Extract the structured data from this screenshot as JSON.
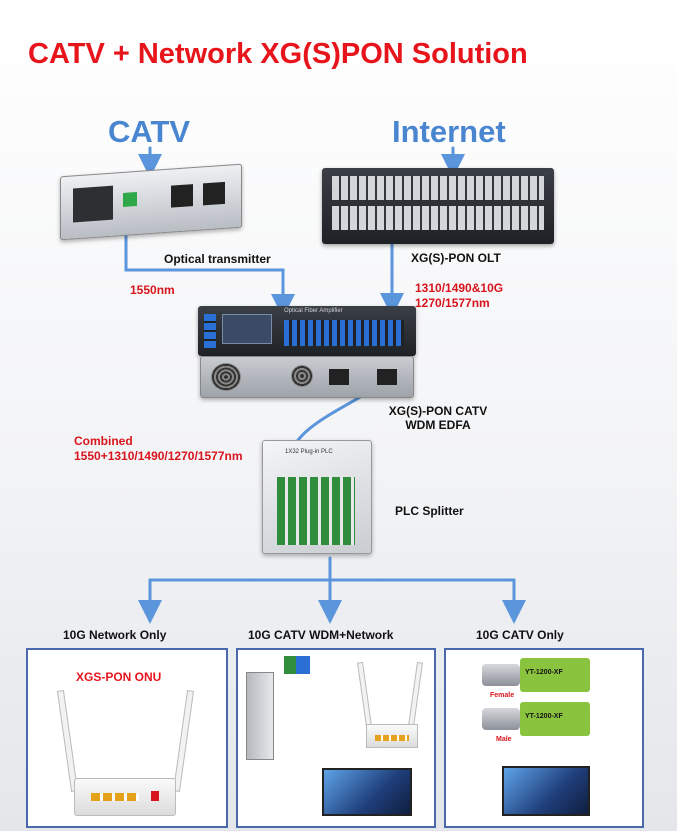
{
  "title": "CATV + Network XG(S)PON Solution",
  "sources": {
    "catv": "CATV",
    "internet": "Internet"
  },
  "devices": {
    "optical_transmitter": "Optical transmitter",
    "olt": "XG(S)-PON OLT",
    "edfa_line1": "XG(S)-PON CATV",
    "edfa_line2": "WDM EDFA",
    "edfa_panel_text": "Optical Fiber Amplifier",
    "splitter": "PLC Splitter",
    "splitter_panel_text": "1X32 Plug-in PLC"
  },
  "wavelengths": {
    "catv": "1550nm",
    "olt_line1": "1310/1490&10G",
    "olt_line2": "1270/1577nm",
    "combined_line1": "Combined",
    "combined_line2": "1550+1310/1490/1270/1577nm"
  },
  "outputs": [
    {
      "title": "10G Network Only",
      "device_label": "XGS-PON ONU"
    },
    {
      "title": "10G CATV WDM+Network"
    },
    {
      "title": "10G CATV Only",
      "adapter_label": "YT-1200-XF",
      "female_label": "Female",
      "male_label": "Male"
    }
  ],
  "colors": {
    "title": "#e8141c",
    "source_text": "#4a86d0",
    "arrow": "#5b95dc",
    "panel_border": "#4a69ad",
    "annotation": "#d8141c"
  }
}
